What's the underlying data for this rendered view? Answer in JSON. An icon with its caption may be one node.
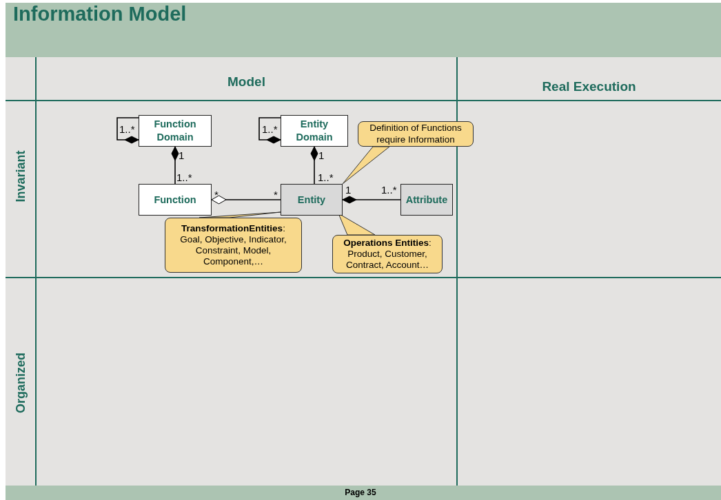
{
  "diagram": {
    "title": "Information Model",
    "nodes": [
      {
        "text": [
          "Function Domain"
        ]
      },
      {
        "text": [
          "Entity Domain"
        ]
      },
      {
        "text": [
          "Definition of Functions require Information"
        ]
      },
      {
        "text": [
          "Function"
        ]
      },
      {
        "text": [
          "Entity"
        ]
      },
      {
        "text": [
          "Attribute"
        ]
      },
      {
        "text": [
          "**TransformationEntities**:",
          "Goal, Objective, Indicator, Constraint, Model, Component,…"
        ]
      },
      {
        "text": [
          "**Operations Entities**:",
          "Product, Customer, Contract, Account…"
        ]
      }
    ],
    "edges": [
      {
        "from": 0,
        "to": 0,
        "arrow": "other"
      },
      {
        "from": 1,
        "to": 1,
        "arrow": "other"
      },
      {
        "from": 3,
        "to": 0,
        "arrow": "other"
      },
      {
        "from": 4,
        "to": 1,
        "arrow": "other"
      },
      {
        "from": 4,
        "to": 3,
        "arrow": "other"
      },
      {
        "from": 5,
        "to": 4,
        "arrow": "other"
      },
      {
        "from": 2,
        "to": 4,
        "arrow": "none"
      },
      {
        "from": 6,
        "to": 4,
        "arrow": "none"
      },
      {
        "from": 7,
        "to": 4,
        "arrow": "none"
      }
    ],
    "labels": [
      "Model",
      "Real Execution",
      "Invariant",
      "1..*",
      "1..*",
      "1",
      "1",
      "1..*",
      "1..*",
      "*",
      "*",
      "1",
      "1..*",
      "Organized",
      "Page 35"
    ]
  }
}
